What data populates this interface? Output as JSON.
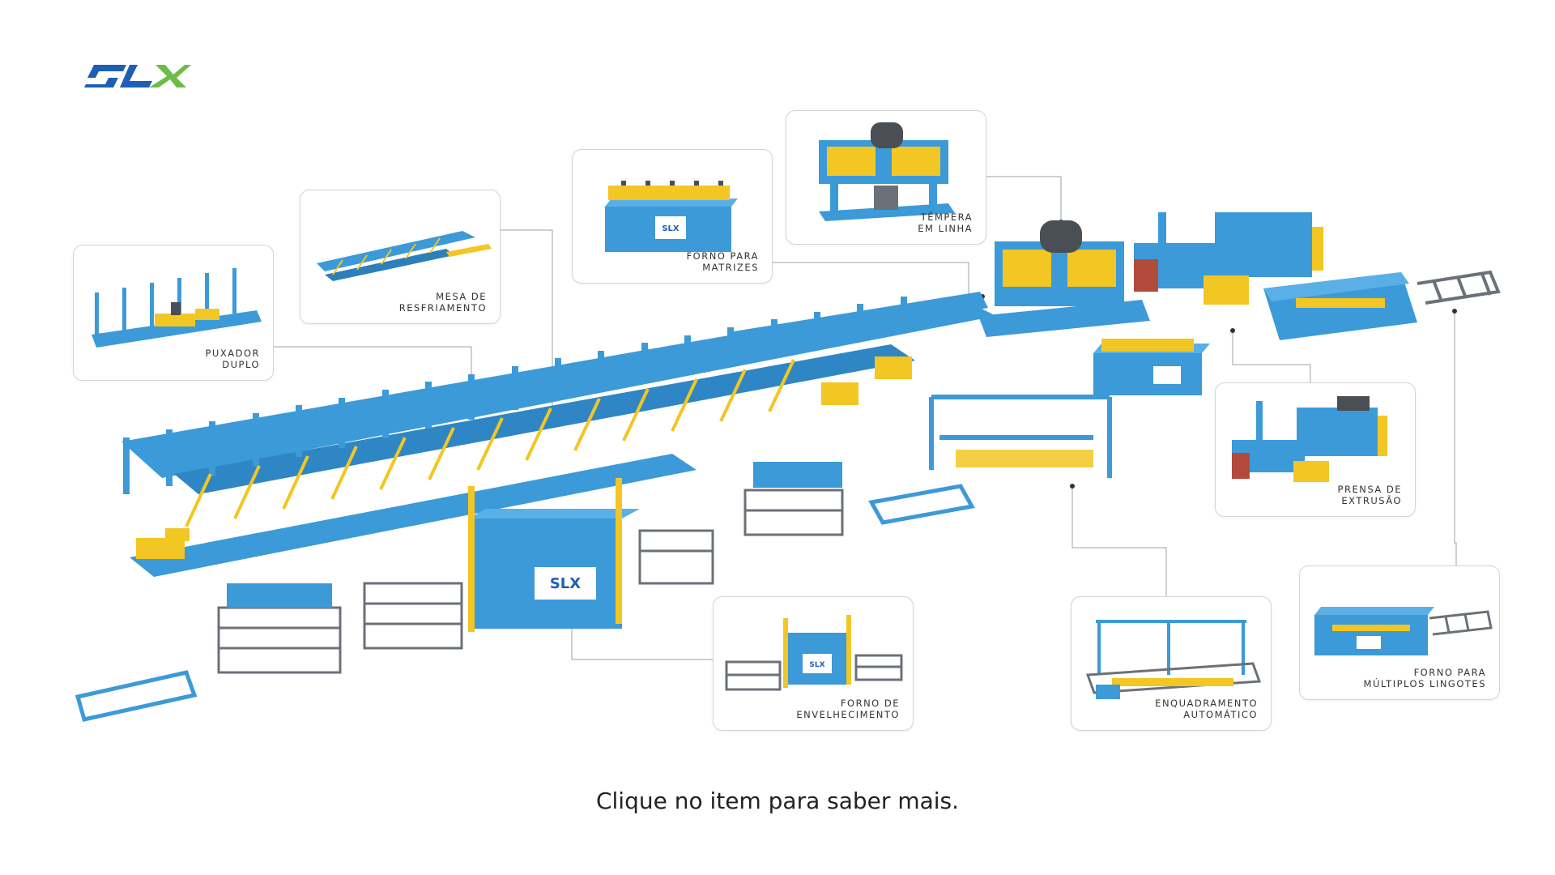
{
  "brand": {
    "logo_text": "SLX",
    "color_blue": "#1e5fb4",
    "color_green": "#6cbd45"
  },
  "colors": {
    "machine_blue": "#3c9ad8",
    "machine_yellow": "#f2c623",
    "steel_gray": "#6b7178"
  },
  "items": [
    {
      "id": "puxador",
      "line1": "PUXADOR",
      "line2": "DUPLO"
    },
    {
      "id": "mesa",
      "line1": "MESA DE",
      "line2": "RESFRIAMENTO"
    },
    {
      "id": "forno_matrizes",
      "line1": "FORNO PARA",
      "line2": "MATRIZES"
    },
    {
      "id": "tempera",
      "line1": "TÊMPERA",
      "line2": "EM LINHA"
    },
    {
      "id": "prensa",
      "line1": "PRENSA DE",
      "line2": "EXTRUSÃO"
    },
    {
      "id": "forno_lingotes",
      "line1": "FORNO PARA",
      "line2": "MÚLTIPLOS LINGOTES"
    },
    {
      "id": "enquadramento",
      "line1": "ENQUADRAMENTO",
      "line2": "AUTOMÁTICO"
    },
    {
      "id": "forno_envelhecimento",
      "line1": "FORNO DE",
      "line2": "ENVELHECIMENTO"
    }
  ],
  "caption": "Clique no item para saber mais."
}
